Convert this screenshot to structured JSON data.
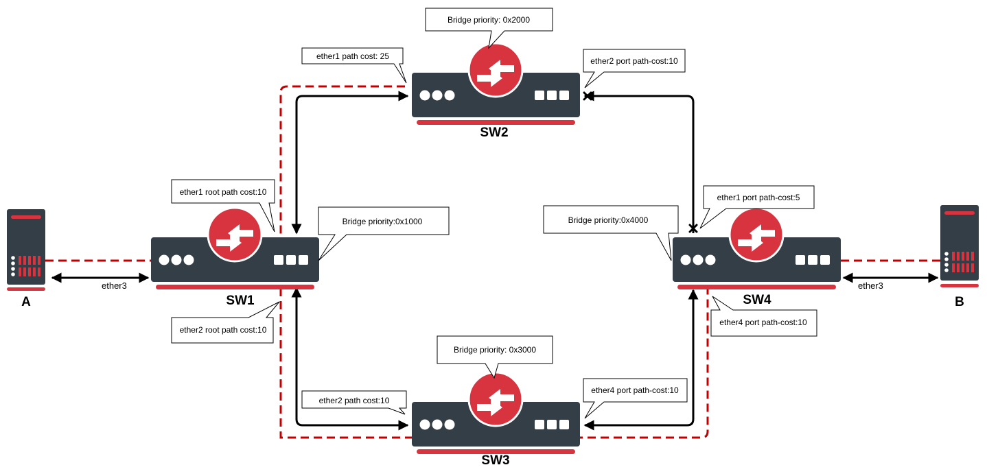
{
  "colors": {
    "switch_body": "#343e46",
    "accent_red": "#d8343f",
    "stp_path": "#c00000",
    "link": "#000000"
  },
  "icons": {
    "switch": "switch-arrows-icon",
    "host": "server-host-icon",
    "blocked_port": "x-mark-icon"
  },
  "switches": {
    "sw1": {
      "label": "SW1"
    },
    "sw2": {
      "label": "SW2"
    },
    "sw3": {
      "label": "SW3"
    },
    "sw4": {
      "label": "SW4"
    }
  },
  "hosts": {
    "a": {
      "label": "A"
    },
    "b": {
      "label": "B"
    }
  },
  "links": {
    "a_sw1": "ether3",
    "sw4_b": "ether3"
  },
  "callouts": {
    "sw2_priority": "Bridge priority: 0x2000",
    "sw2_ether1_cost": "ether1 path cost: 25",
    "sw2_ether2_cost": "ether2 port path-cost:10",
    "sw1_ether1_root": "ether1 root path cost:10",
    "sw1_priority": "Bridge priority:0x1000",
    "sw1_ether2_root": "ether2 root path cost:10",
    "sw4_ether1_cost": "ether1 port path-cost:5",
    "sw4_priority": "Bridge priority:0x4000",
    "sw4_ether4_cost": "ether4 port path-cost:10",
    "sw3_priority": "Bridge priority: 0x3000",
    "sw3_ether2_cost": "ether2 path cost:10",
    "sw3_ether4_cost": "ether4 port path-cost:10"
  }
}
